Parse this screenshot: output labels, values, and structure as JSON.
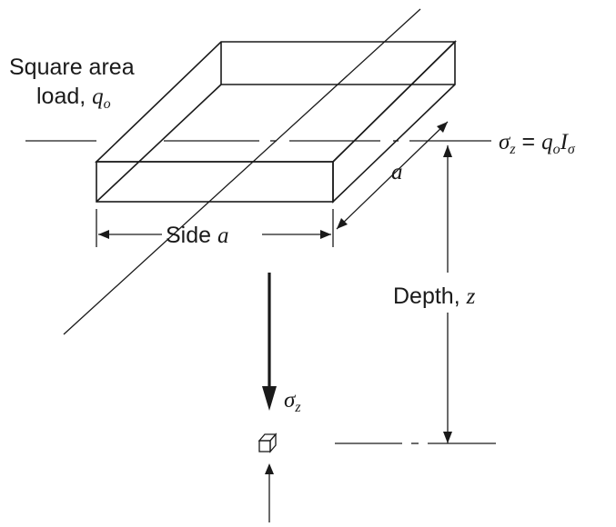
{
  "labels": {
    "load_line1": "Square area",
    "load_line2_prefix": "load, ",
    "load_q": "q",
    "load_q_sub": "o",
    "side_prefix": "Side ",
    "side_var": "a",
    "edge_var": "a",
    "depth_prefix": "Depth, ",
    "depth_var": "z",
    "sigma_symbol": "σ",
    "sigma_sub": "z",
    "eq_lhs_symbol": "σ",
    "eq_lhs_sub": "z",
    "eq_equals": " = ",
    "eq_q": "q",
    "eq_q_sub": "o",
    "eq_I": "I",
    "eq_I_sub": "σ"
  }
}
